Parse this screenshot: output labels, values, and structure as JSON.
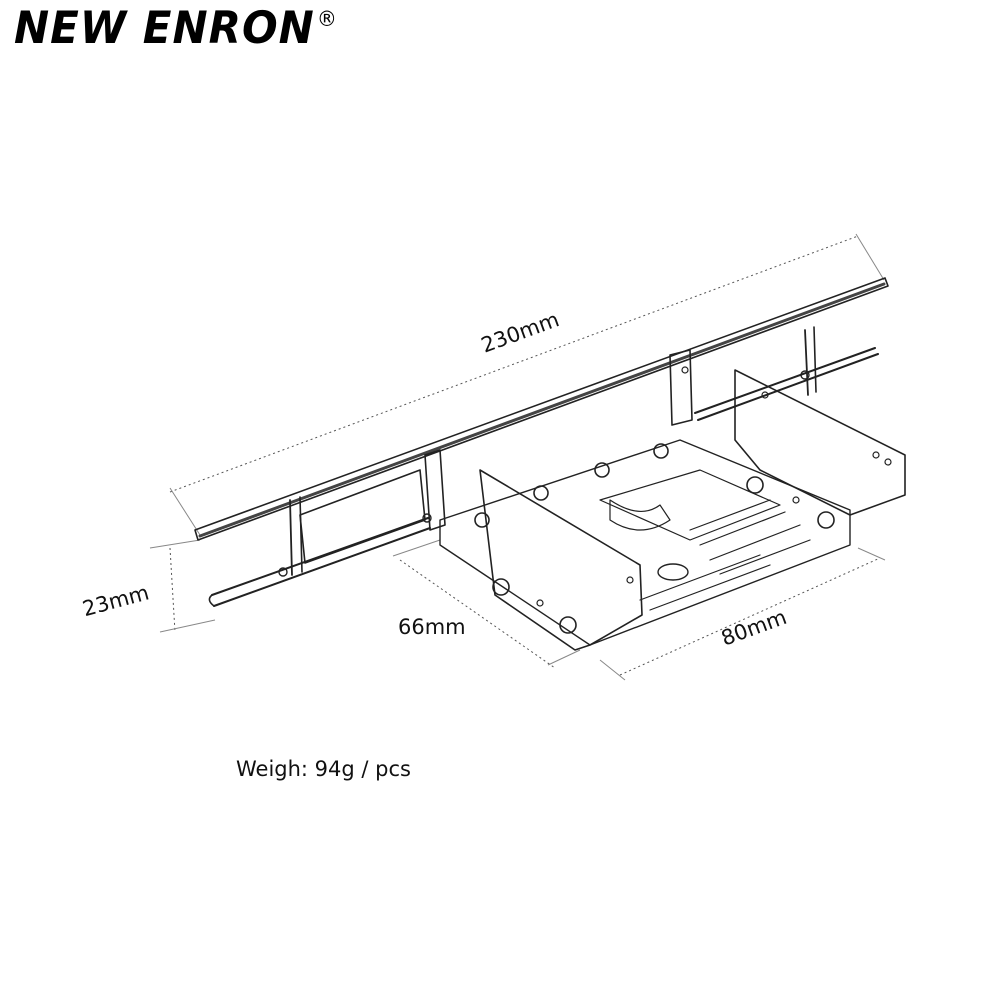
{
  "brand": {
    "name": "NEW ENRON",
    "registered_mark": "®"
  },
  "dimensions": {
    "length": "230mm",
    "height": "23mm",
    "depth": "66mm",
    "width": "80mm"
  },
  "weight_text": "Weigh: 94g / pcs"
}
